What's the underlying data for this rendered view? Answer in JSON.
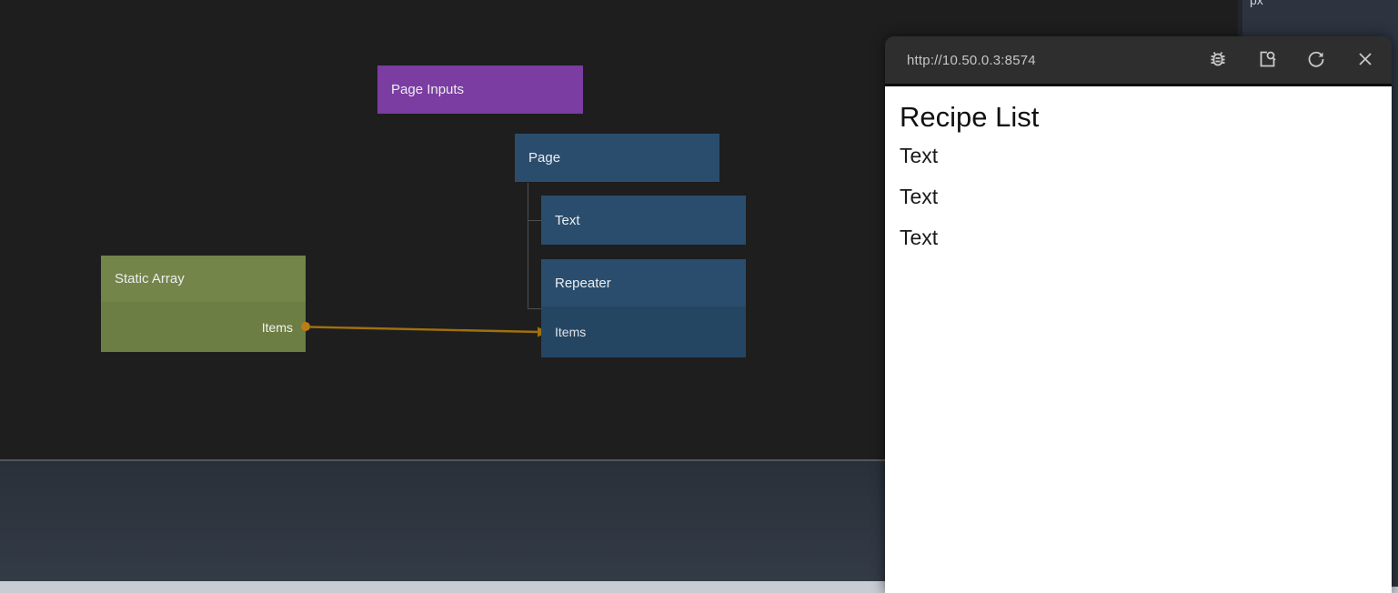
{
  "canvas": {
    "nodes": {
      "page_inputs": {
        "label": "Page Inputs",
        "color": "#7b3da1"
      },
      "page": {
        "label": "Page",
        "color": "#2a4d6e"
      },
      "text": {
        "label": "Text",
        "color": "#2a4d6e"
      },
      "repeater": {
        "label": "Repeater",
        "port_label": "Items",
        "color": "#2a4d6e"
      },
      "static_array": {
        "label": "Static Array",
        "port_label": "Items",
        "color": "#738549"
      }
    },
    "connection": {
      "from": "Static Array.Items",
      "to": "Repeater.Items",
      "color": "#a0700e"
    }
  },
  "preview": {
    "url": "http://10.50.0.3:8574",
    "icons": [
      "debug-bug",
      "inspect-window",
      "refresh",
      "close"
    ],
    "content": {
      "title": "Recipe List",
      "items": [
        "Text",
        "Text",
        "Text"
      ]
    }
  },
  "right_panel": {
    "unit_label": "px"
  },
  "colors": {
    "canvas_bg": "#1e1e1e",
    "bottom_panel": "#2e3641",
    "bottom_bar": "#c8ccd3",
    "right_panel_bg": "#2d3440",
    "preview_header": "#2e2e2e",
    "wire_orange": "#a0700e"
  }
}
